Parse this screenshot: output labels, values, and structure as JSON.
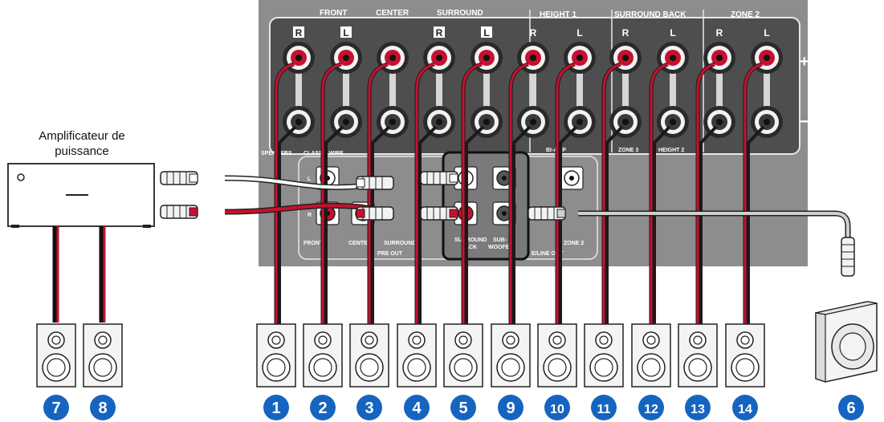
{
  "amplifier": {
    "label_line1": "Amplificateur de",
    "label_line2": "puissance"
  },
  "panel": {
    "group_labels": {
      "front": "FRONT",
      "center": "CENTER",
      "surround": "SURROUND",
      "height1": "HEIGHT 1",
      "surround_back": "SURROUND BACK",
      "zone2": "ZONE 2"
    },
    "channel_markers": [
      "R",
      "L",
      "",
      "R",
      "L",
      "R",
      "L",
      "R",
      "L",
      "R",
      "L"
    ],
    "plus_sign": "+",
    "minus_sign": "−",
    "bottom_labels": {
      "speakers": "SPEAKERS",
      "class": "CLASS 2 WIRE",
      "biamp": "BI-AMP",
      "zone3": "ZONE 3",
      "height2": "HEIGHT 2"
    },
    "pre_out_labels": {
      "front": "FRONT",
      "center": "CENTER",
      "surround": "SURROUND",
      "surround_back_l1": "SURROUND",
      "surround_back_l2": "BACK",
      "subwoofer_l1": "SUB-",
      "subwoofer_l2": "WOOFER",
      "zone2": "ZONE 2",
      "pre_out": "PRE OUT",
      "line_out": "E/LINE OUT",
      "jack_l": "L",
      "jack_r": "R"
    }
  },
  "speaker_numbers": [
    "1",
    "2",
    "3",
    "4",
    "5",
    "9",
    "10",
    "11",
    "12",
    "13",
    "14"
  ],
  "amp_speaker_numbers": [
    "7",
    "8"
  ],
  "subwoofer_number": "6",
  "colors": {
    "panel": "#8d8d8d",
    "panel_dark": "#4e4e4e",
    "terminal_red": "#c8102e",
    "badge_blue": "#1565c0",
    "wire_red": "#c8102e",
    "wire_black": "#1a1a1a"
  }
}
